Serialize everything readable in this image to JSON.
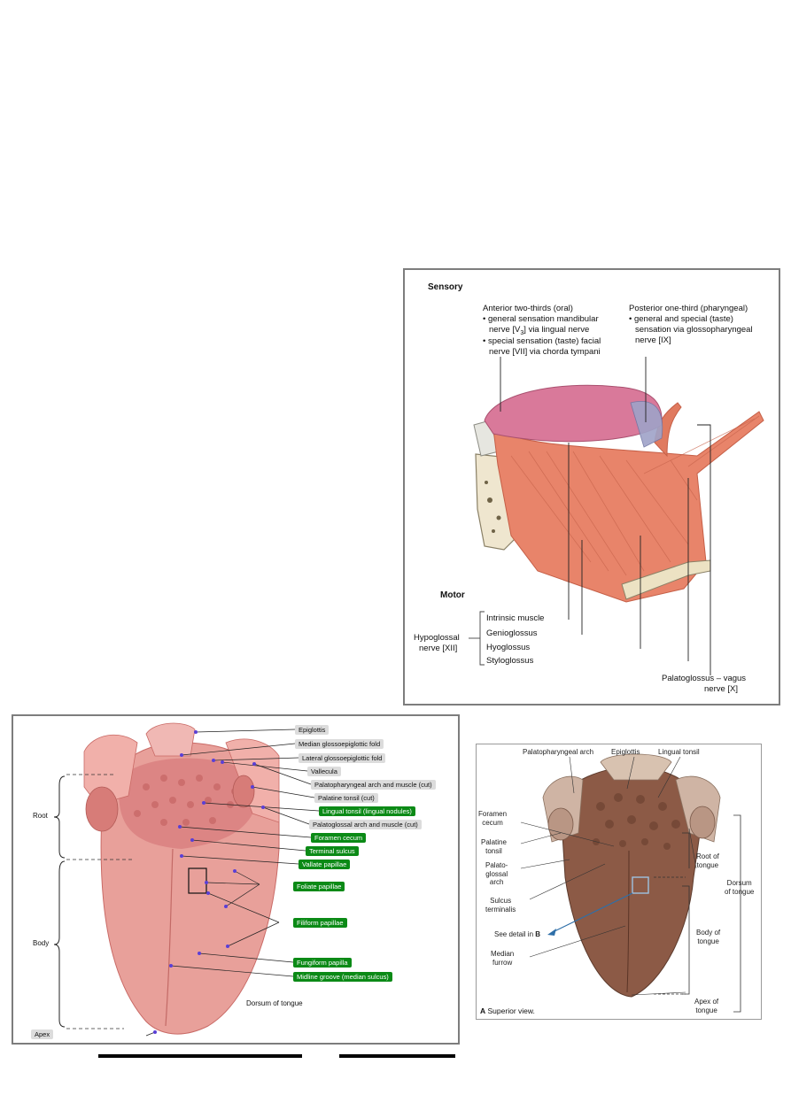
{
  "panel_top": {
    "sensory_heading": "Sensory",
    "anterior": {
      "title": "Anterior two-thirds (oral)",
      "line1": "• general sensation mandibular",
      "line2a": "nerve [V",
      "line2sub": "3",
      "line2b": "] via lingual nerve",
      "line3": "• special sensation (taste) facial",
      "line4": "nerve [VII] via chorda tympani"
    },
    "posterior": {
      "title": "Posterior one-third (pharyngeal)",
      "line1": "• general and special (taste)",
      "line2": "sensation via glossopharyngeal",
      "line3": "nerve [IX]"
    },
    "motor_heading": "Motor",
    "hypoglossal_line1": "Hypoglossal",
    "hypoglossal_line2": "nerve [XII]",
    "muscles": [
      "Intrinsic muscle",
      "Genioglossus",
      "Hyoglossus",
      "Styloglossus"
    ],
    "vagus_line1": "Palatoglossus – vagus",
    "vagus_line2": "nerve [X]"
  },
  "panel_left": {
    "labels_right": [
      {
        "text": "Epiglottis",
        "style": "w"
      },
      {
        "text": "Median glossoepiglottic fold",
        "style": "w"
      },
      {
        "text": "Lateral glossoepiglottic fold",
        "style": "w"
      },
      {
        "text": "Vallecula",
        "style": "w"
      },
      {
        "text": "Palatopharyngeal arch and muscle (cut)",
        "style": "w"
      },
      {
        "text": "Palatine tonsil (cut)",
        "style": "w"
      },
      {
        "text": "Lingual tonsil (lingual nodules)",
        "style": "g"
      },
      {
        "text": "Palatoglossal arch and muscle (cut)",
        "style": "w"
      },
      {
        "text": "Foramen cecum",
        "style": "g"
      },
      {
        "text": "Terminal sulcus",
        "style": "g"
      },
      {
        "text": "Vallate papillae",
        "style": "g"
      },
      {
        "text": "Foliate papillae",
        "style": "g"
      },
      {
        "text": "Filiform papillae",
        "style": "g"
      },
      {
        "text": "Fungiform papilla",
        "style": "g"
      },
      {
        "text": "Midline groove (median sulcus)",
        "style": "g"
      }
    ],
    "region_root": "Root",
    "region_body": "Body",
    "region_apex": "Apex",
    "caption": "Dorsum of tongue"
  },
  "panel_right": {
    "top_labels": [
      "Palatopharyngeal arch",
      "Epiglottis",
      "Lingual tonsil"
    ],
    "left_labels": [
      "Foramen\ncecum",
      "Palatine\ntonsil",
      "Palato-\nglossal\narch",
      "Sulcus\nterminalis",
      "See detail in B",
      "Median\nfurrow"
    ],
    "right_labels": [
      "Root of\ntongue",
      "Dorsum\nof tongue",
      "Body of\ntongue",
      "Apex of\ntongue"
    ],
    "caption_letter": "A",
    "caption_text": "Superior view.",
    "detail_letter": "B"
  },
  "colors": {
    "label_green": "#0b8a16",
    "label_gray": "#dcdcdc",
    "marker_purple": "#5a3fd6",
    "tongue_pink": "#d9799a",
    "muscle_orange": "#e8846a",
    "left_tongue": "#e8a09a",
    "right_tongue": "#8c5a46"
  }
}
